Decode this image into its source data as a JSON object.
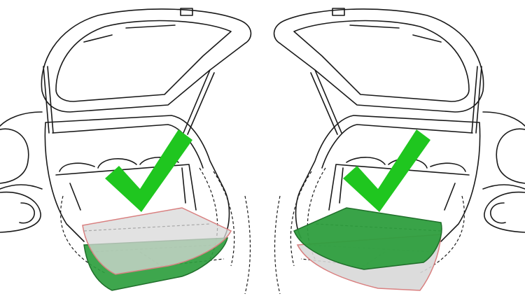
{
  "colors": {
    "line": "#1a1a1a",
    "check": "#1fc61f",
    "mat_green": "#2e9e3e",
    "mat_green_stroke": "#1f6e2a",
    "mat_gray": "#d8d8d8",
    "mat_gray_stroke": "#d98080"
  },
  "panels": [
    {
      "trunk": "left",
      "check": "check-mark-icon",
      "mat_on_top": "gray"
    },
    {
      "trunk": "right",
      "check": "check-mark-icon",
      "mat_on_top": "green"
    }
  ]
}
